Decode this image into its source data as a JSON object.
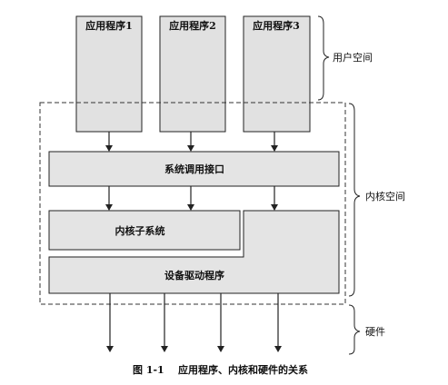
{
  "diagram": {
    "applications": [
      "应用程序1",
      "应用程序2",
      "应用程序3"
    ],
    "layers": {
      "syscall": "系统调用接口",
      "subsystem": "内核子系统",
      "driver": "设备驱动程序"
    },
    "regions": {
      "user_space": "用户空间",
      "kernel_space": "内核空间",
      "hardware": "硬件"
    },
    "caption": {
      "number": "图 1-1",
      "text": "应用程序、内核和硬件的关系"
    },
    "colors": {
      "box_fill": "#e1e1e1",
      "line": "#222222"
    }
  }
}
